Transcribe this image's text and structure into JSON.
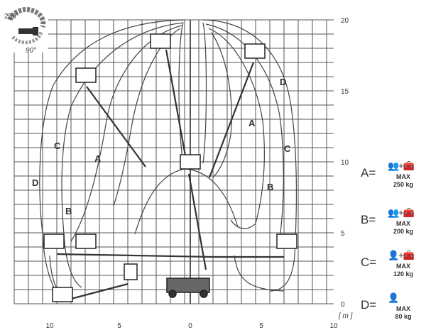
{
  "rotation": {
    "angle_top": "250°",
    "angle_bottom": "90°"
  },
  "x_ticks": [
    "10",
    "5",
    "0",
    "5",
    "10"
  ],
  "y_ticks": [
    "20",
    "15",
    "10",
    "5",
    "0"
  ],
  "unit_label": "[ m ]",
  "zone_labels": {
    "A": "A",
    "B": "B",
    "C": "C",
    "D": "D"
  },
  "legend": [
    {
      "letter": "A=",
      "icons": "👥+🧰",
      "max": "MAX",
      "weight": "250 kg"
    },
    {
      "letter": "B=",
      "icons": "👥+🧰",
      "max": "MAX",
      "weight": "200 kg"
    },
    {
      "letter": "C=",
      "icons": "👤+🧰",
      "max": "MAX",
      "weight": "120 kg"
    },
    {
      "letter": "D=",
      "icons": "👤",
      "max": "MAX",
      "weight": "80 kg"
    }
  ],
  "colors": {
    "grid": "#555555",
    "curve": "#444444",
    "boom": "#333333"
  }
}
